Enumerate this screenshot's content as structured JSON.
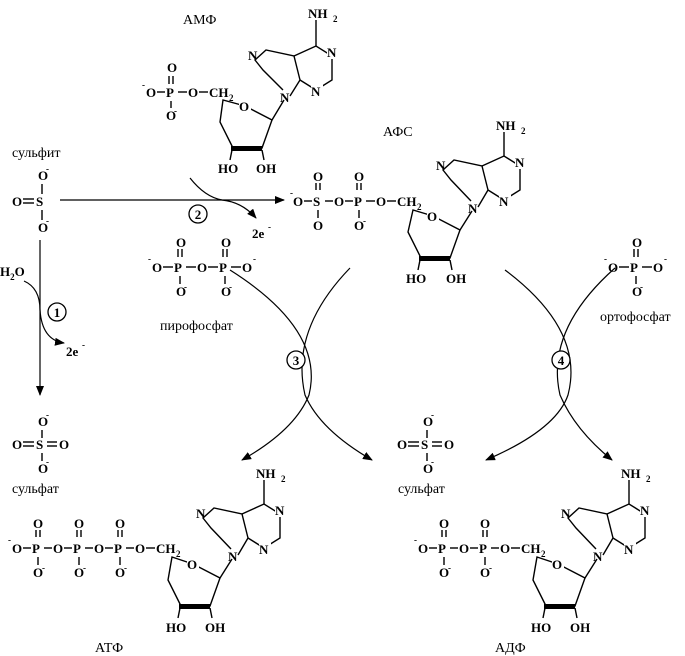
{
  "labels": {
    "amp": "АМФ",
    "aps": "АФС",
    "sulfite": "сульфит",
    "pyrophosphate": "пирофосфат",
    "orthophosphate": "ортофосфат",
    "sulfate_left": "сульфат",
    "sulfate_center": "сульфат",
    "atp": "АТФ",
    "adp": "АДФ"
  },
  "reagents": {
    "water": "H",
    "water_sub": "2",
    "water_o": "O",
    "electrons_top": "2e",
    "electrons_left": "2e",
    "electron_sign": "-"
  },
  "steps": {
    "step1": "1",
    "step2": "2",
    "step3": "3",
    "step4": "4"
  },
  "atoms": {
    "N": "N",
    "NH": "NH",
    "H2sub": "2",
    "O": "O",
    "P": "P",
    "S": "S",
    "OH": "OH",
    "HO": "HO",
    "CH": "CH",
    "minus": "-"
  }
}
